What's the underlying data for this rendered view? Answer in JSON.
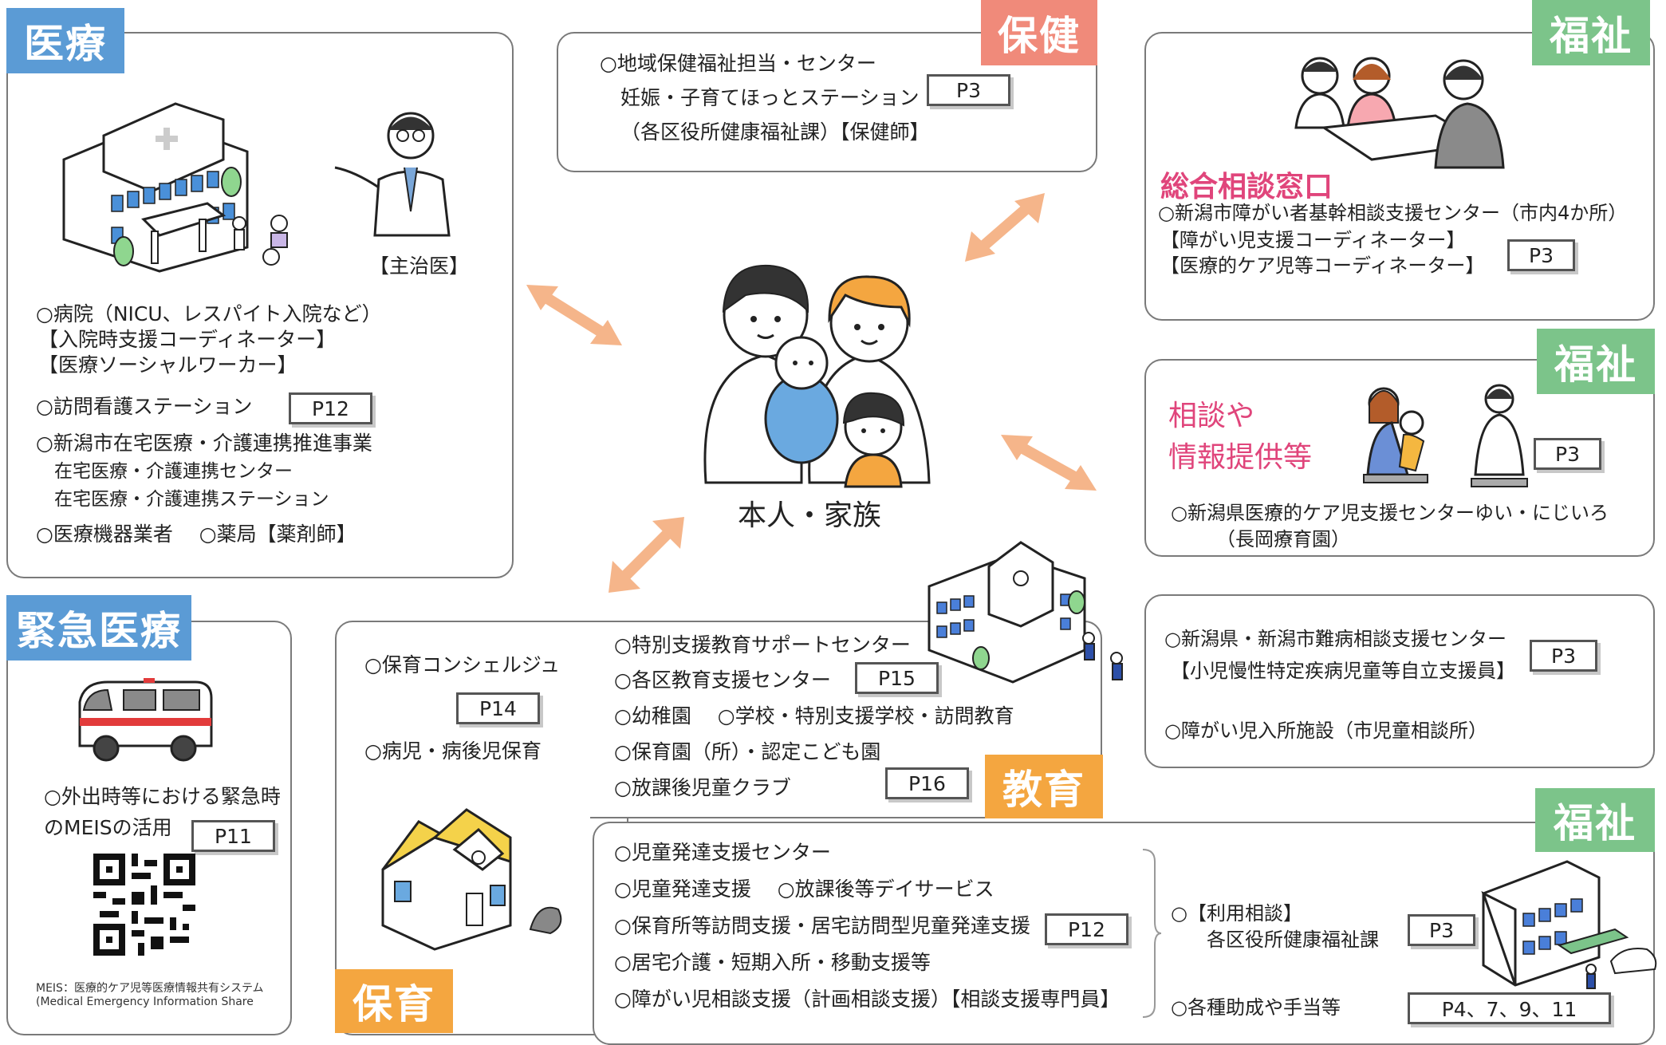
{
  "center": {
    "label": "本人・家族"
  },
  "iryo": {
    "tag": "医療",
    "doctor_caption": "【主治医】",
    "lines": [
      "○病院（NICU、レスパイト入院など）",
      "【入院時支援コーディネーター】",
      "【医療ソーシャルワーカー】",
      "○訪問看護ステーション",
      "○新潟市在宅医療・介護連携推進事業",
      "在宅医療・介護連携センター",
      "在宅医療・介護連携ステーション",
      "○医療機器業者　 ○薬局【薬剤師】"
    ],
    "page_ref": "P12"
  },
  "hoken": {
    "tag": "保健",
    "lines": [
      "○地域保健福祉担当・センター",
      "妊娠・子育てほっとステーション",
      "（各区役所健康福祉課）【保健師】"
    ],
    "page_ref": "P3"
  },
  "fukushi1": {
    "tag": "福祉",
    "heading": "総合相談窓口",
    "lines": [
      "○新潟市障がい者基幹相談支援センター（市内4か所）",
      "【障がい児支援コーディネーター】",
      "【医療的ケア児等コーディネーター】"
    ],
    "page_ref": "P3"
  },
  "fukushi2": {
    "tag": "福祉",
    "heading_line1": "相談や",
    "heading_line2": "情報提供等",
    "lines": [
      "○新潟県医療的ケア児支援センターゆい・にじいろ",
      "（長岡療育園）"
    ],
    "page_ref": "P3"
  },
  "fukushi3": {
    "lines": [
      "○新潟県・新潟市難病相談支援センター",
      "【小児慢性特定疾病児童等自立支援員】",
      "○障がい児入所施設（市児童相談所）"
    ],
    "page_ref": "P3"
  },
  "kinkyu": {
    "tag": "緊急医療",
    "lines": [
      "○外出時等における緊急時",
      "のMEISの活用"
    ],
    "page_ref": "P11",
    "note_line1": "MEIS：医療的ケア児等医療情報共有システム",
    "note_line2": "(Medical Emergency Information Share"
  },
  "hoiku": {
    "tag": "保育",
    "lines": [
      "○保育コンシェルジュ",
      "○病児・病後児保育"
    ],
    "page_ref": "P14"
  },
  "kyoiku": {
    "tag": "教育",
    "lines": [
      "○特別支援教育サポートセンター",
      "○各区教育支援センター",
      "○幼稚園　 ○学校・特別支援学校・訪問教育",
      "○保育園（所）・認定こども園",
      "○放課後児童クラブ"
    ],
    "page_ref_1": "P15",
    "page_ref_2": "P16"
  },
  "fukushi4": {
    "tag": "福祉",
    "lines": [
      "○児童発達支援センター",
      "○児童発達支援　 ○放課後等デイサービス",
      "○保育所等訪問支援・居宅訪問型児童発達支援",
      "○居宅介護・短期入所・移動支援等",
      "○障がい児相談支援（計画相談支援）【相談支援専門員】"
    ],
    "page_ref": "P12",
    "right_line1": "○【利用相談】",
    "right_line2": "各区役所健康福祉課",
    "right_page_ref": "P3",
    "right_line3": "○各種助成や手当等",
    "right_page_ref_2": "P4、7、9、11"
  },
  "colors": {
    "medical_blue": "#5b9bd5",
    "welfare_green": "#7cc48a",
    "health_pink": "#f08a7a",
    "education_orange": "#f4a640",
    "arrow": "#f5b58a",
    "heading_pink": "#e0457b"
  },
  "icons": [
    "hospital-icon",
    "doctor-icon",
    "family-icon",
    "ambulance-icon",
    "qr-code-icon",
    "school-icon",
    "nursery-icon",
    "facility-icon",
    "consultation-icon",
    "arrow-icon"
  ]
}
